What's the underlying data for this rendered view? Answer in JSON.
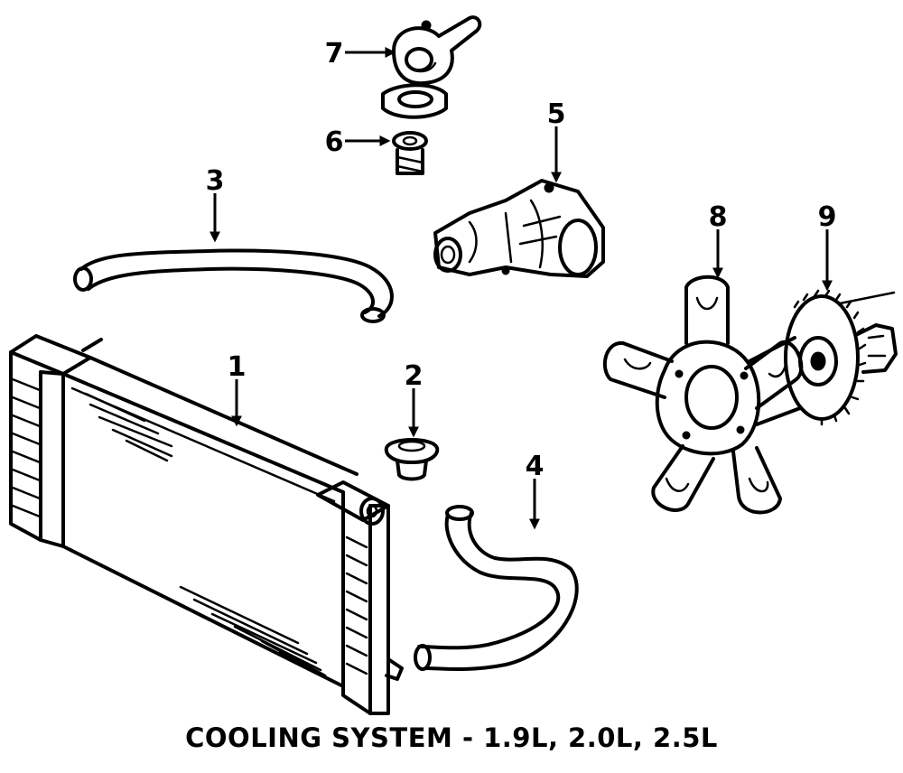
{
  "caption": "COOLING SYSTEM - 1.9L, 2.0L, 2.5L",
  "callouts": {
    "radiator": "1",
    "radiator_cap": "2",
    "upper_hose": "3",
    "lower_hose": "4",
    "water_pump": "5",
    "thermostat": "6",
    "thermostat_housing": "7",
    "fan_blade": "8",
    "fan_clutch": "9"
  }
}
